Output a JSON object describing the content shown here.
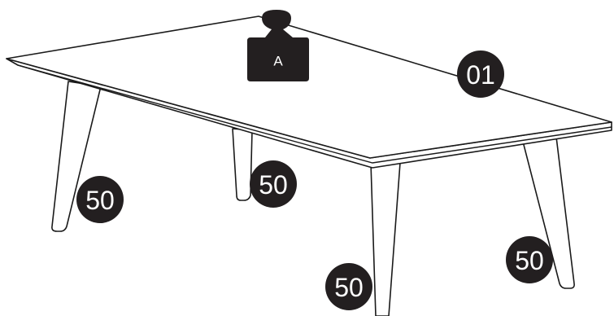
{
  "diagram": {
    "weight_label": "A",
    "part_labels": {
      "tabletop": "01",
      "leg_front_left": "50",
      "leg_back_middle": "50",
      "leg_front_center": "50",
      "leg_right": "50"
    },
    "colors": {
      "line": "#1a1a1a",
      "badge": "#231f20",
      "badge_text": "#ffffff",
      "background": "#ffffff"
    }
  }
}
